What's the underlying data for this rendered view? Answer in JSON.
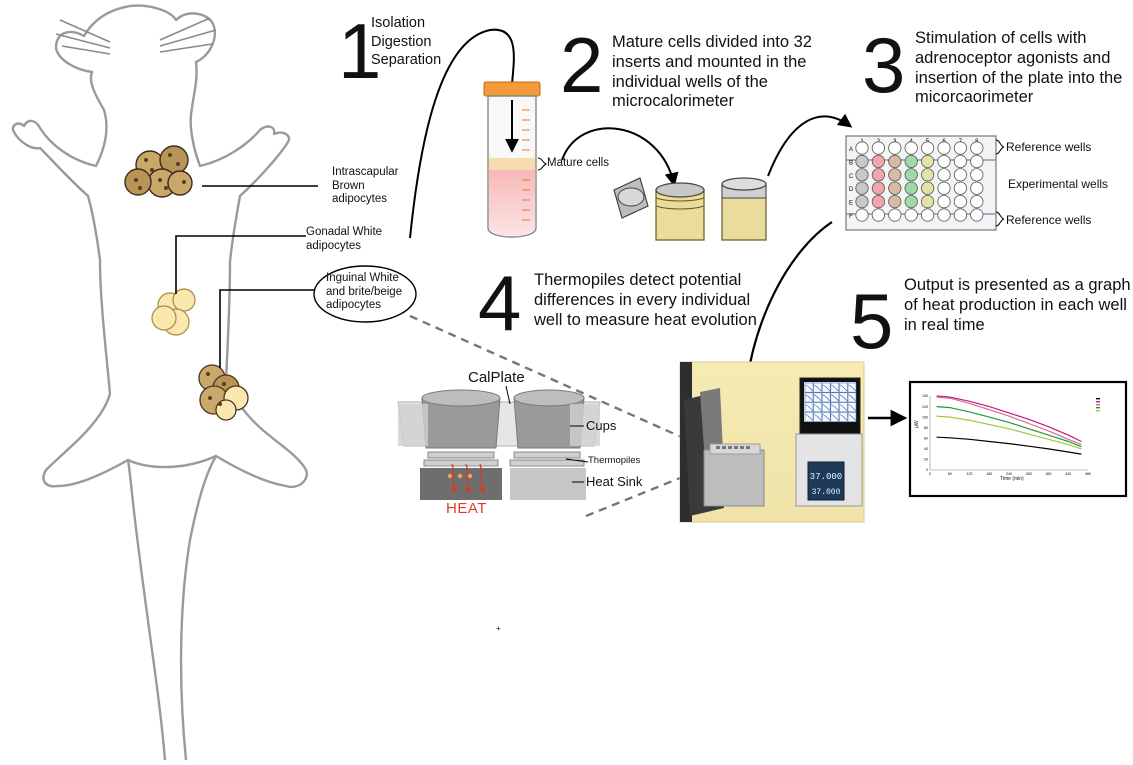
{
  "steps": [
    {
      "number": "1",
      "lines": [
        "Isolation",
        "Digestion",
        "Separation"
      ]
    },
    {
      "number": "2",
      "lines": [
        "Mature cells divided into 32",
        "inserts and mounted in the",
        "individual wells of the",
        "microcalorimeter"
      ]
    },
    {
      "number": "3",
      "lines": [
        "Stimulation of cells with",
        "adrenoceptor agonists and",
        "insertion of the plate into the",
        "micorcaorimeter"
      ]
    },
    {
      "number": "4",
      "lines": [
        "Thermopiles detect potential",
        "differences in every individual",
        "well to measure heat evolution"
      ]
    },
    {
      "number": "5",
      "lines": [
        "Output is presented as a graph",
        "of heat production in each well",
        "in real time"
      ]
    }
  ],
  "tissues": {
    "brown": [
      "Intrascapular",
      "Brown",
      "adipocytes"
    ],
    "gonadal": [
      "Gonadal White",
      "adipocytes"
    ],
    "inguinal": [
      "Inguinal White",
      "and brite/beige",
      "adipocytes"
    ]
  },
  "tube_label": "Mature cells",
  "plate": {
    "columns": [
      "1",
      "2",
      "3",
      "4",
      "5",
      "6",
      "7",
      "8"
    ],
    "rows": [
      "A",
      "B",
      "C",
      "D",
      "E",
      "F"
    ],
    "reference_top": "Reference wells",
    "experimental": "Experimental wells",
    "reference_bottom": "Reference wells",
    "well_colors": [
      "#c8c8c8",
      "#f2a4aa",
      "#d9b8a4",
      "#9fd9a8",
      "#e3e3a8",
      "#ffffff"
    ]
  },
  "calorimeter": {
    "calplate": "CalPlate",
    "cups": "Cups",
    "thermopiles": "Thermopiles",
    "heat_sink": "Heat Sink",
    "heat": "HEAT"
  },
  "instrument": {
    "display_top": "37.000",
    "display_bottom": "37.000"
  },
  "chart_data": {
    "type": "line",
    "xlabel": "Time (min)",
    "ylabel": "µW",
    "x_ticks": [
      "0",
      "60",
      "120",
      "180",
      "240",
      "300",
      "360",
      "420",
      "480"
    ],
    "y_ticks": [
      "0",
      "20",
      "40",
      "60",
      "80",
      "100",
      "120",
      "140"
    ],
    "xlim": [
      0,
      480
    ],
    "ylim": [
      0,
      140
    ],
    "x": [
      20,
      60,
      120,
      180,
      240,
      300,
      360,
      420,
      460
    ],
    "series": [
      {
        "color": "#000000",
        "values": [
          62,
          61,
          58,
          54,
          50,
          45,
          40,
          34,
          30
        ]
      },
      {
        "color": "#c2188a",
        "values": [
          140,
          138,
          130,
          120,
          108,
          96,
          82,
          66,
          54
        ]
      },
      {
        "color": "#e06a8a",
        "values": [
          138,
          136,
          126,
          114,
          102,
          88,
          74,
          58,
          48
        ]
      },
      {
        "color": "#1f9a3a",
        "values": [
          120,
          118,
          110,
          100,
          90,
          78,
          66,
          54,
          44
        ]
      },
      {
        "color": "#9ccc3c",
        "values": [
          102,
          100,
          94,
          86,
          78,
          68,
          58,
          48,
          40
        ]
      }
    ]
  }
}
